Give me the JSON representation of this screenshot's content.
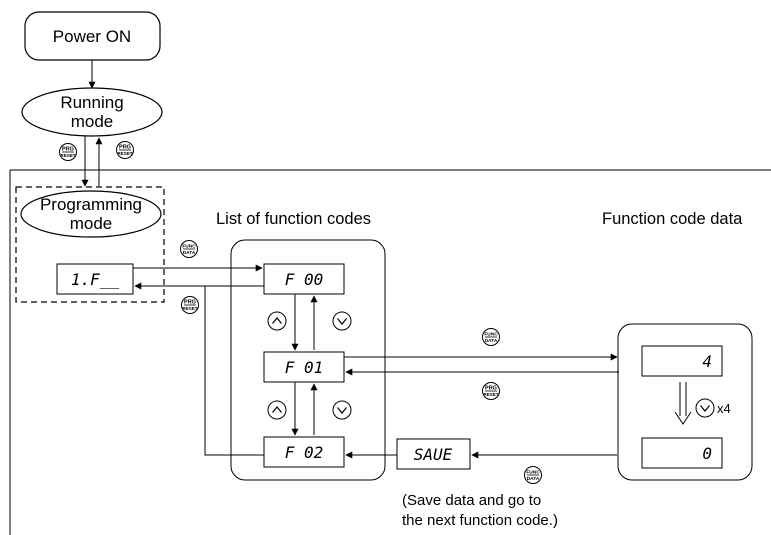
{
  "boxes": {
    "power_on": "Power ON",
    "running_line1": "Running",
    "running_line2": "mode",
    "programming_line1": "Programming",
    "programming_line2": "mode"
  },
  "headings": {
    "list_of_codes": "List of function codes",
    "function_data": "Function code data"
  },
  "displays": {
    "menu": "1.F__",
    "f00": "F 00",
    "f01": "F 01",
    "f02": "F 02",
    "save": "SAUE",
    "data_top": "4",
    "data_bottom": "0"
  },
  "keys": {
    "prg": "PRG",
    "reset": "RESET",
    "func": "FUNC",
    "data": "DATA"
  },
  "repeat": "x4",
  "note_line1": "(Save data and go to",
  "note_line2": "the next function code.)"
}
